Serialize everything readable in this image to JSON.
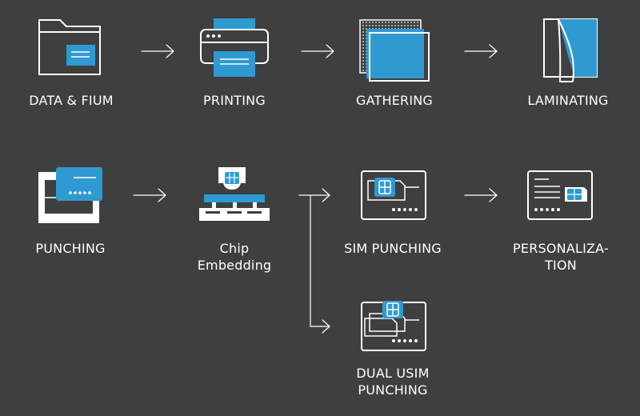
{
  "steps": {
    "data_film": "DATA & FIUM",
    "printing": "PRINTING",
    "gathering": "GATHERING",
    "laminating": "LAMINATING",
    "punching": "PUNCHING",
    "chip_embedding_line1": "Chip",
    "chip_embedding_line2": "Embedding",
    "sim_punching": "SIM PUNCHING",
    "personalization_line1": "PERSONALIZA-",
    "personalization_line2": "TION",
    "dual_usim_line1": "DUAL USIM",
    "dual_usim_line2": "PUNCHING"
  },
  "colors": {
    "background": "#3f3f3f",
    "line": "#ffffff",
    "accent": "#2f9ad2"
  },
  "icons": {
    "data_film": "folder-document-icon",
    "printing": "printer-icon",
    "gathering": "stacked-sheets-icon",
    "laminating": "laminated-sheet-icon",
    "punching": "card-punch-icon",
    "chip_embedding": "chip-embedding-machine-icon",
    "sim_punching": "sim-card-icon",
    "personalization": "personalized-card-icon",
    "dual_usim": "dual-sim-card-icon"
  }
}
